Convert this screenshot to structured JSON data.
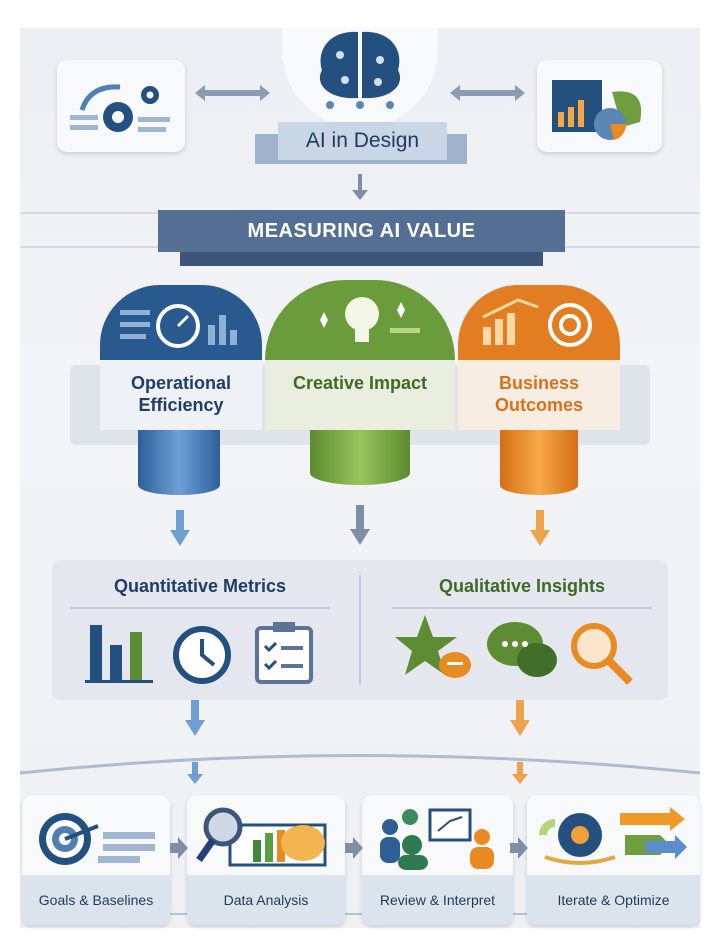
{
  "header": {
    "title": "AI in Design",
    "banner": "MEASURING AI VALUE"
  },
  "pillars": [
    {
      "label_line1": "Operational",
      "label_line2": "Efficiency",
      "color": "#2d5f95"
    },
    {
      "label": "Creative Impact",
      "color": "#6a9a3c"
    },
    {
      "label_line1": "Business",
      "label_line2": "Outcomes",
      "color": "#e07f25"
    }
  ],
  "metrics": {
    "quantitative": "Quantitative Metrics",
    "qualitative": "Qualitative Insights"
  },
  "steps": [
    {
      "label": "Goals & Baselines"
    },
    {
      "label": "Data Analysis"
    },
    {
      "label": "Review & Interpret"
    },
    {
      "label": "Iterate & Optimize"
    }
  ],
  "colors": {
    "navy": "#24406a",
    "blue": "#2d5f95",
    "green": "#5d8c34",
    "orange": "#e07f25",
    "slate": "#5b7395"
  }
}
